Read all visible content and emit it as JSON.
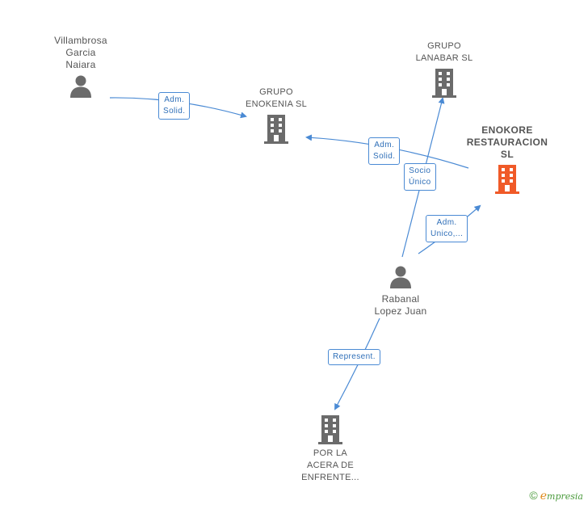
{
  "colors": {
    "edge": "#4a8ad4",
    "node_gray": "#6b6b6b",
    "highlight": "#f05a28",
    "label": "#555555"
  },
  "nodes": {
    "villambrosa": {
      "label": "Villambrosa\nGarcia\nNaiara",
      "kind": "person"
    },
    "enokenia": {
      "label": "GRUPO\nENOKENIA  SL",
      "kind": "company"
    },
    "lanabar": {
      "label": "GRUPO\nLANABAR SL",
      "kind": "company"
    },
    "enokore": {
      "label": "ENOKORE\nRESTAURACION\nSL",
      "kind": "company-highlight"
    },
    "rabanal": {
      "label": "Rabanal\nLopez Juan",
      "kind": "person"
    },
    "acera": {
      "label": "POR LA\nACERA DE\nENFRENTE...",
      "kind": "company"
    }
  },
  "edges": {
    "e1": {
      "label": "Adm.\nSolid."
    },
    "e2": {
      "label": "Adm.\nSolid."
    },
    "e3": {
      "label": "Socio\nÚnico"
    },
    "e4": {
      "label": "Adm.\nUnico,..."
    },
    "e5": {
      "label": "Represent."
    }
  },
  "brand": {
    "copyright": "©",
    "e": "e",
    "rest": "mpresia"
  }
}
